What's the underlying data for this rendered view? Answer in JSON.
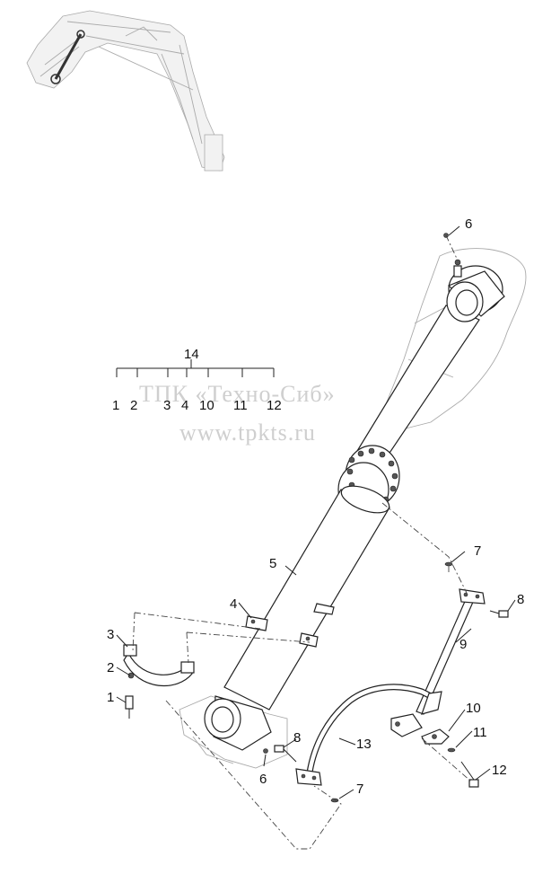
{
  "watermark": {
    "line1": "ТПК «Техно-Сиб»",
    "line2": "www.tpkts.ru"
  },
  "callouts": {
    "c1": "1",
    "c2": "2",
    "c3": "3",
    "c4": "4",
    "c5": "5",
    "c6a": "6",
    "c6b": "6",
    "c7a": "7",
    "c7b": "7",
    "c8a": "8",
    "c8b": "8",
    "c9": "9",
    "c10": "10",
    "c11": "11",
    "c12": "12",
    "c13": "13",
    "c14": "14"
  },
  "kit": {
    "parent": "14",
    "children": [
      "1",
      "2",
      "3",
      "4",
      "10",
      "11",
      "12"
    ]
  }
}
